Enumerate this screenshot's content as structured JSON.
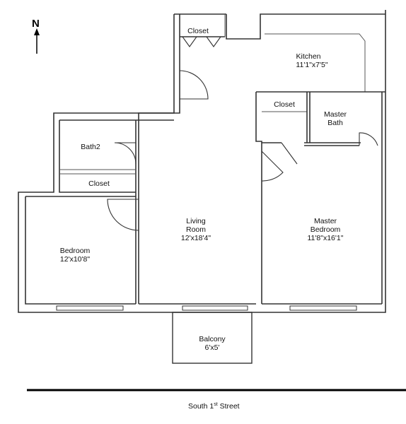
{
  "compass": {
    "label": "N"
  },
  "rooms": {
    "closet_top": {
      "name": "Closet"
    },
    "kitchen": {
      "name": "Kitchen",
      "dims": "11'1\"x7'5\""
    },
    "closet_master": {
      "name": "Closet"
    },
    "master_bath": {
      "name_line1": "Master",
      "name_line2": "Bath"
    },
    "bath2": {
      "name": "Bath2"
    },
    "closet_bath2": {
      "name": "Closet"
    },
    "living": {
      "name_line1": "Living",
      "name_line2": "Room",
      "dims": "12'x18'4\""
    },
    "master_bedroom": {
      "name_line1": "Master",
      "name_line2": "Bedroom",
      "dims": "11'8\"x16'1\""
    },
    "bedroom": {
      "name": "Bedroom",
      "dims": "12'x10'8\""
    },
    "balcony": {
      "name": "Balcony",
      "dims": "6'x5'"
    }
  },
  "street": {
    "name": "South 1",
    "superscript": "st",
    "suffix": " Street"
  }
}
